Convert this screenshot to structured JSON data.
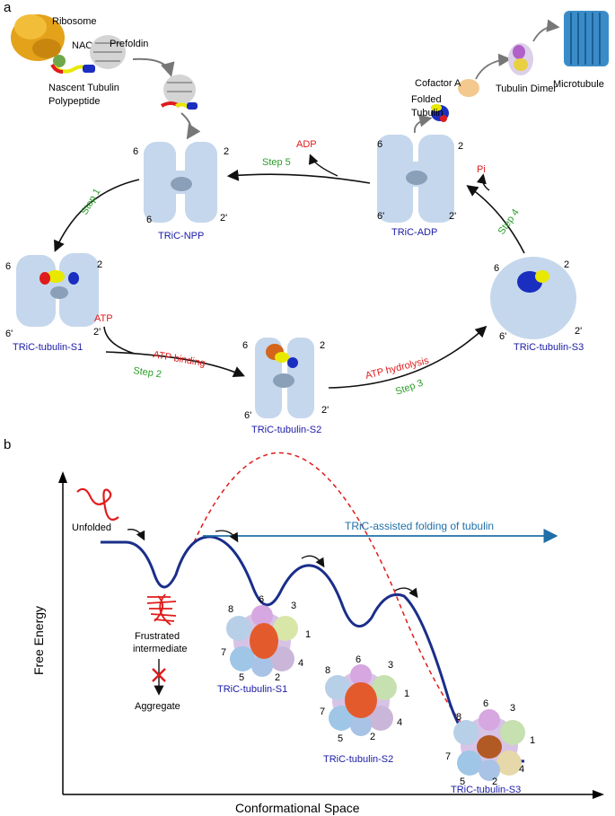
{
  "panel_a": {
    "label": "a",
    "ribosome": "Ribosome",
    "nac": "NAC",
    "prefoldin": "Prefoldin",
    "nascent_line1": "Nascent Tubulin",
    "nascent_line2": "Polypeptide",
    "cofactor_a": "Cofactor A",
    "tubulin_dimer": "Tubulin Dimer",
    "microtubule": "Microtubule",
    "folded_line1": "Folded",
    "folded_line2": "Tubulin",
    "adp": "ADP",
    "pi": "Pi",
    "atp": "ATP",
    "atp_binding": "ATP binding",
    "atp_hydrolysis": "ATP hydrolysis",
    "steps": [
      "Step 1",
      "Step 2",
      "Step 3",
      "Step 4",
      "Step 5"
    ],
    "states": [
      "TRiC-NPP",
      "TRiC-tubulin-S1",
      "TRiC-tubulin-S2",
      "TRiC-tubulin-S3",
      "TRiC-ADP"
    ],
    "subunit_marks": [
      "6",
      "2",
      "6'",
      "2'"
    ]
  },
  "panel_b": {
    "label": "b",
    "y_axis": "Free Energy",
    "x_axis": "Conformational Space",
    "unfolded": "Unfolded",
    "frustrated_line1": "Frustrated",
    "frustrated_line2": "intermediate",
    "aggregate": "Aggregate",
    "assisted": "TRiC-assisted folding of tubulin",
    "states": [
      "TRiC-tubulin-S1",
      "TRiC-tubulin-S2",
      "TRiC-tubulin-S3"
    ],
    "ring_numbers": [
      "1",
      "2",
      "3",
      "4",
      "5",
      "6",
      "7",
      "8"
    ]
  },
  "colors": {
    "energy_curve": "#1a2e8a",
    "dashed_path": "#e01b1b",
    "assisted_arrow": "#1f6fa8",
    "state_label": "#1a1aa6",
    "step_label": "#2a9d2a",
    "nucleotide_label": "#e01b1b",
    "chaperonin_density": "#c5d7ec"
  }
}
